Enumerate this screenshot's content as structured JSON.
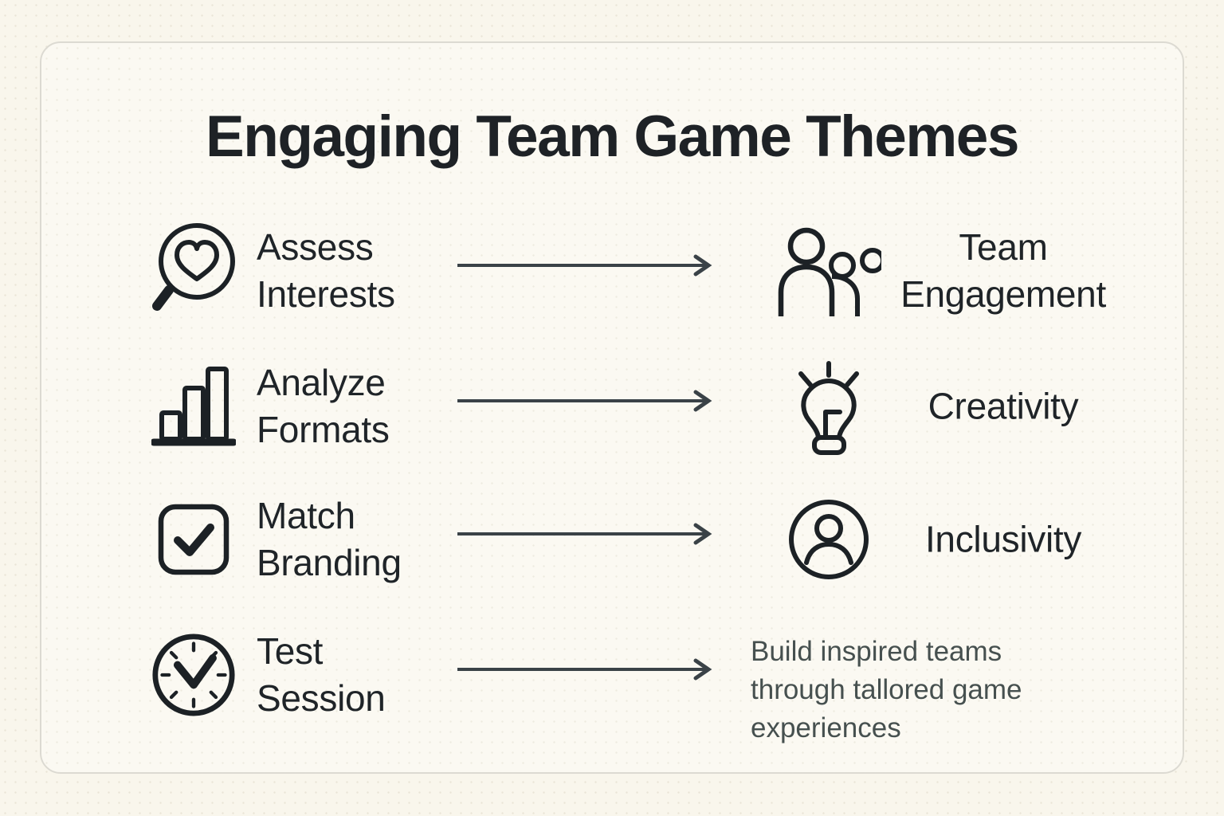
{
  "page": {
    "title": "Engaging Team Game Themes"
  },
  "colors": {
    "background": "#f9f6ec",
    "card_background": "#fbf9f2",
    "card_border": "#dcdad2",
    "text_primary": "#1f2428",
    "text_secondary": "#46504f",
    "icon_stroke": "#1c2125",
    "arrow": "#3a4247"
  },
  "rows": [
    {
      "left_icon": "heart-magnifier-icon",
      "left_label": "Assess\nInterests",
      "right_icon": "team-people-icon",
      "right_label": "Team\nEngagement"
    },
    {
      "left_icon": "bar-chart-icon",
      "left_label": "Analyze\nFormats",
      "right_icon": "lightbulb-icon",
      "right_label": "Creativity"
    },
    {
      "left_icon": "checkbox-icon",
      "left_label": "Match\nBranding",
      "right_icon": "person-circle-icon",
      "right_label": "Inclusivity"
    },
    {
      "left_icon": "clock-check-icon",
      "left_label": "Test\nSession",
      "right_icon": null,
      "right_label": "Build inspired teams through tallored game experiences"
    }
  ]
}
